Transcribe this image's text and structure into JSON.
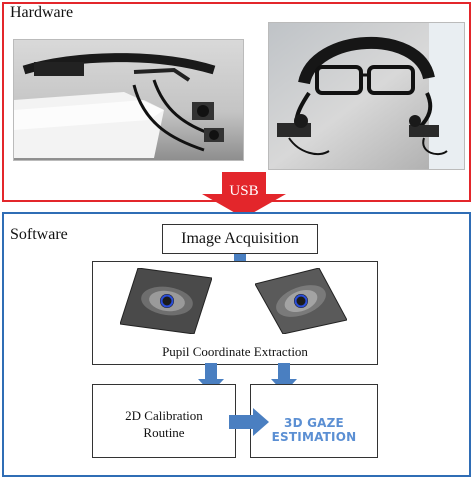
{
  "hardware": {
    "title": "Hardware",
    "photos": [
      "headset-photo-side",
      "headset-photo-front"
    ]
  },
  "connection": {
    "label": "USB"
  },
  "software": {
    "title": "Software",
    "image_acquisition": "Image Acquisition",
    "pupil_extraction": "Pupil Coordinate  Extraction",
    "calibration_line1": "2D Calibration",
    "calibration_line2": "Routine",
    "gaze_estimation": "3D GAZE ESTIMATION"
  },
  "colors": {
    "hardware_border": "#e3262b",
    "software_border": "#2f6db5",
    "usb_arrow": "#e3262b",
    "flow_arrow": "#4a7fc1",
    "gaze_text": "#5b8fd3"
  },
  "icons": [
    "usb-arrow-icon",
    "down-arrow-icon",
    "right-arrow-icon",
    "eye-image-icon"
  ]
}
